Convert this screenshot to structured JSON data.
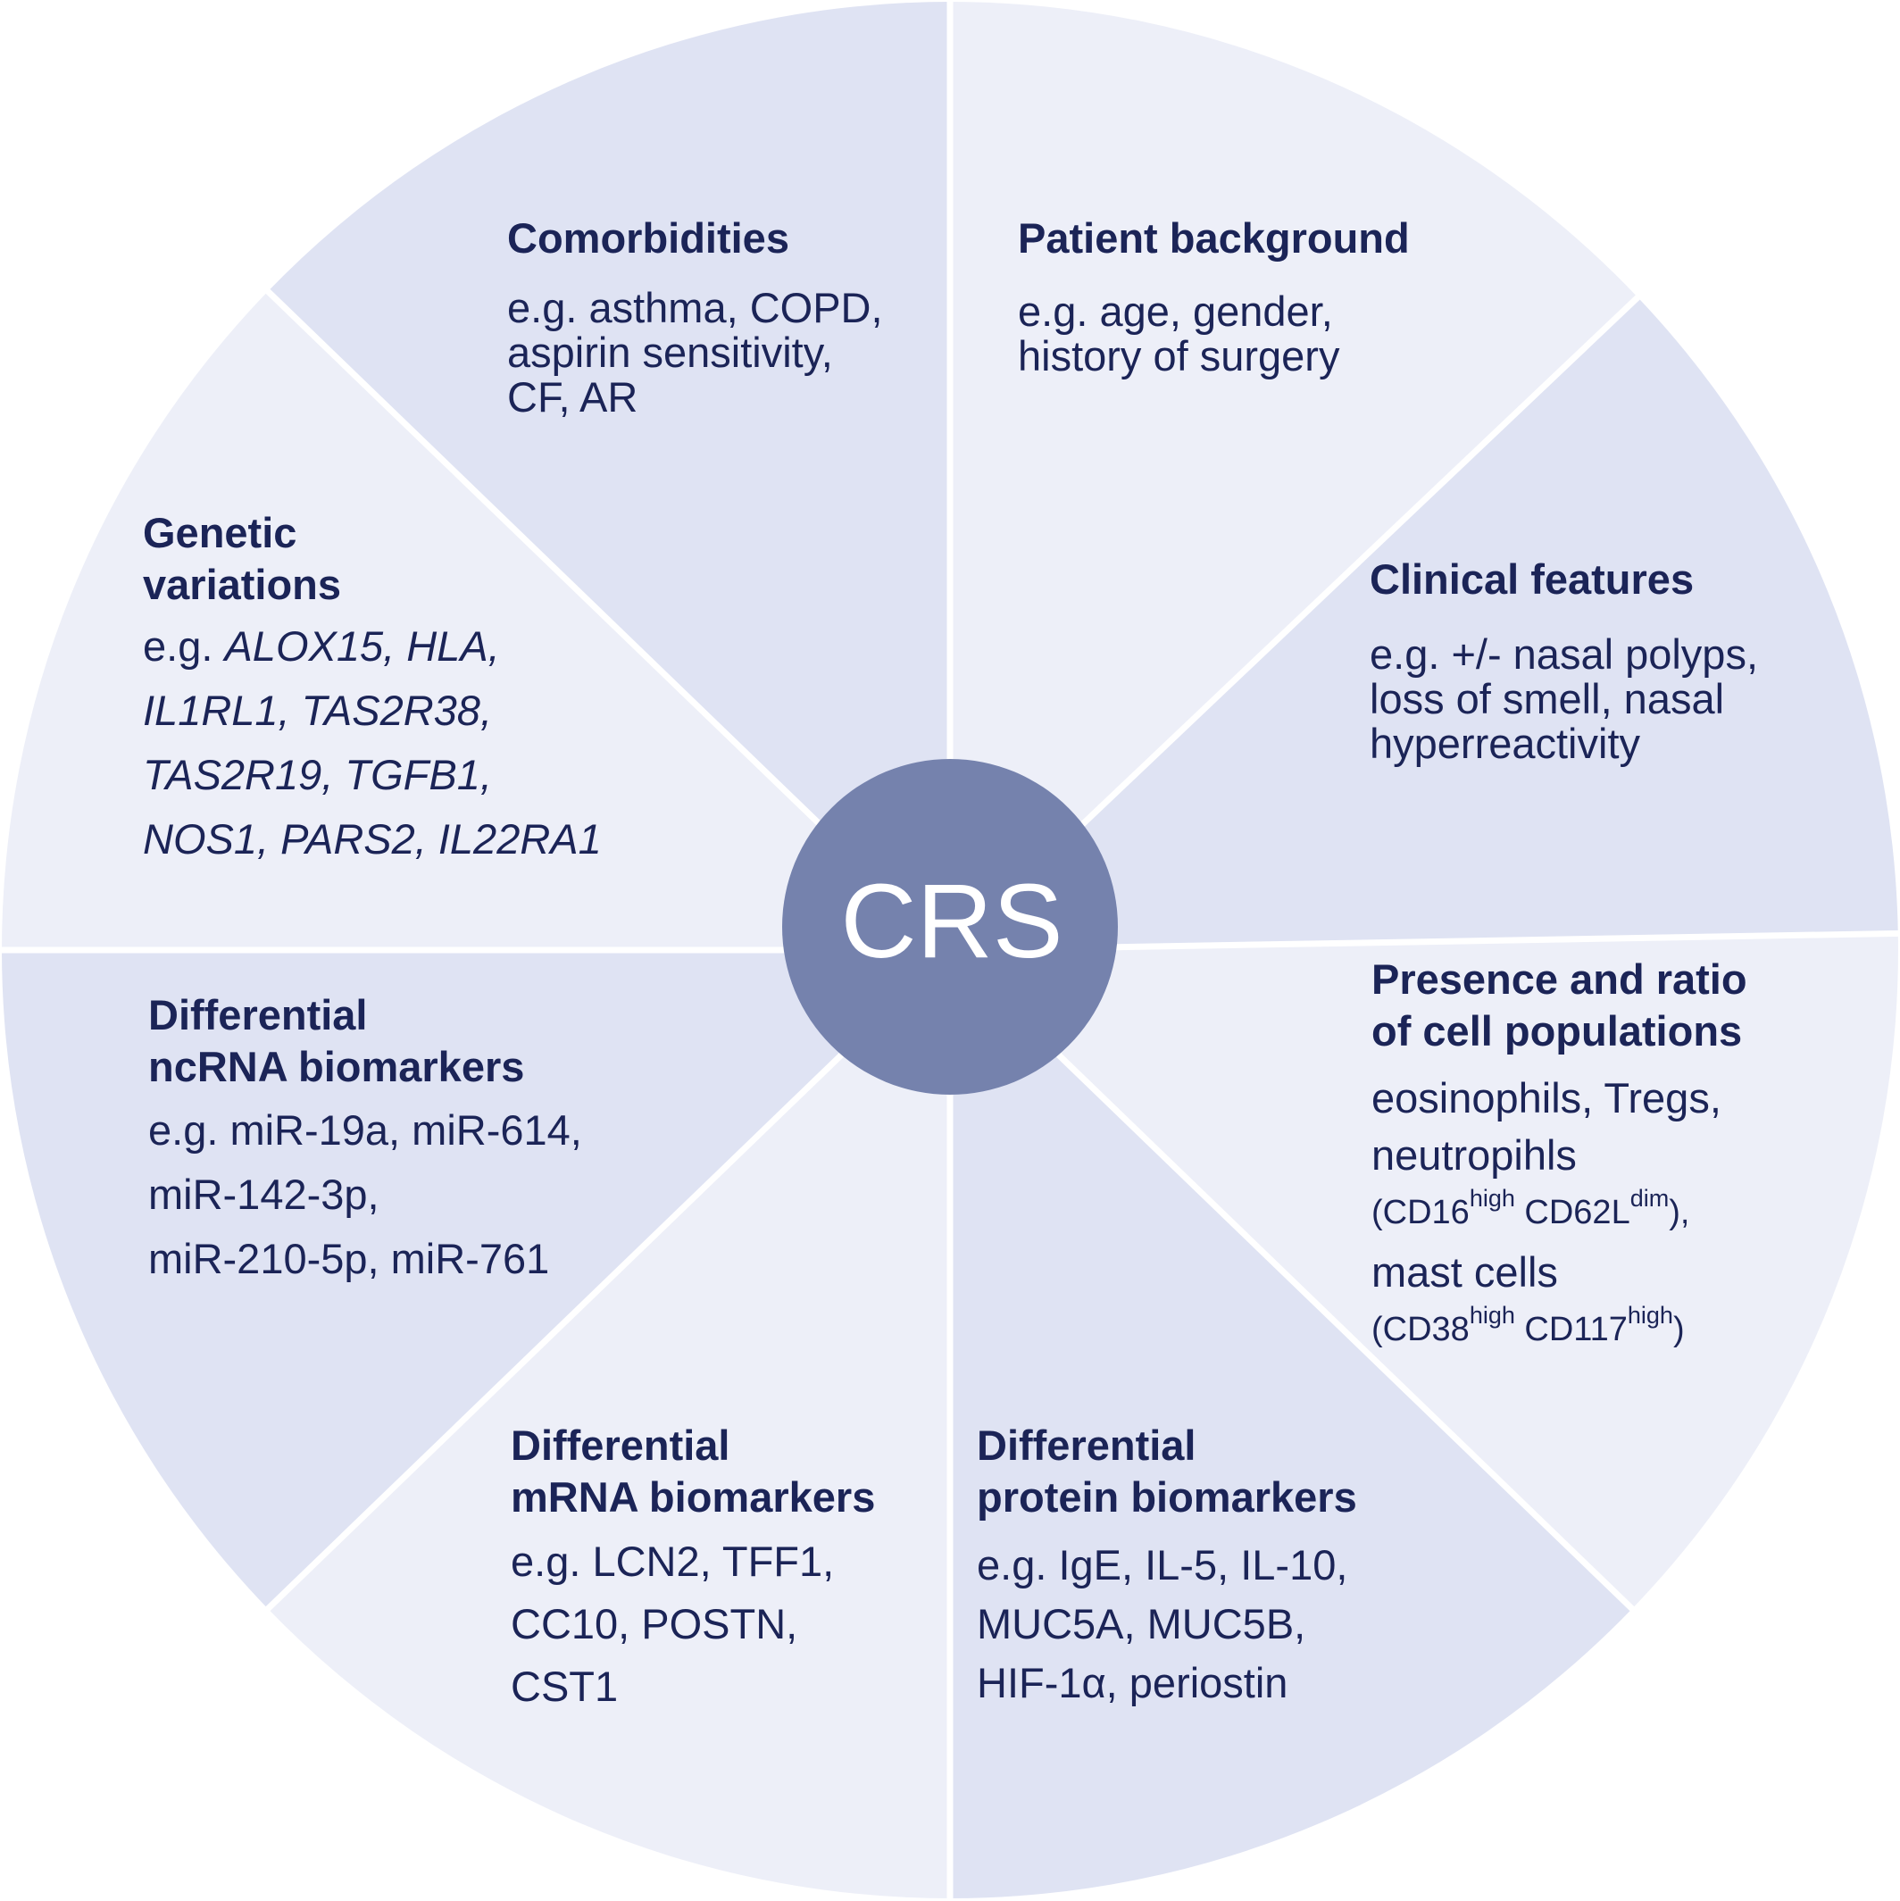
{
  "center": {
    "label": "CRS"
  },
  "colors": {
    "segment_dark": "#dfe3f3",
    "segment_light": "#edeff8",
    "divider": "#ffffff",
    "center_fill": "#7582ad",
    "text": "#1b2457"
  },
  "segments": {
    "comorbidities": {
      "title": "Comorbidities",
      "lines": [
        "e.g. asthma, COPD,",
        "aspirin sensitivity,",
        "CF, AR"
      ]
    },
    "patient_background": {
      "title": "Patient background",
      "lines": [
        "e.g. age, gender,",
        "history of surgery"
      ]
    },
    "clinical_features": {
      "title": "Clinical features",
      "lines": [
        "e.g. +/- nasal polyps,",
        "loss of smell, nasal",
        "hyperreactivity"
      ]
    },
    "cell_populations": {
      "title_1": "Presence and ratio",
      "title_2": "of cell populations",
      "line_1": "eosinophils, Tregs,",
      "line_2": "neutropihls",
      "line_3_a": "(CD16",
      "line_3_sup_a": "high",
      "line_3_b": " CD62L",
      "line_3_sup_b": "dim",
      "line_3_c": "),",
      "line_4": "mast cells",
      "line_5_a": "(CD38",
      "line_5_sup_a": "high",
      "line_5_b": " CD117",
      "line_5_sup_b": "high",
      "line_5_c": ")"
    },
    "protein_biomarkers": {
      "title_1": "Differential",
      "title_2": "protein biomarkers",
      "lines": [
        "e.g. IgE, IL-5, IL-10,",
        "MUC5A, MUC5B,",
        "HIF-1α, periostin"
      ]
    },
    "mrna_biomarkers": {
      "title_1": "Differential",
      "title_2": "mRNA biomarkers",
      "lines": [
        "e.g. LCN2, TFF1,",
        "CC10, POSTN,",
        "CST1"
      ]
    },
    "ncrna_biomarkers": {
      "title_1": "Differential",
      "title_2": "ncRNA biomarkers",
      "lines": [
        "e.g. miR-19a, miR-614,",
        "miR-142-3p,",
        "miR-210-5p, miR-761"
      ]
    },
    "genetic_variations": {
      "title_1": "Genetic",
      "title_2": "variations",
      "line_1_prefix": "e.g. ",
      "line_1_genes": "ALOX15, HLA,",
      "line_2": "IL1RL1, TAS2R38,",
      "line_3": "TAS2R19, TGFB1,",
      "line_4": "NOS1, PARS2, IL22RA1"
    }
  }
}
